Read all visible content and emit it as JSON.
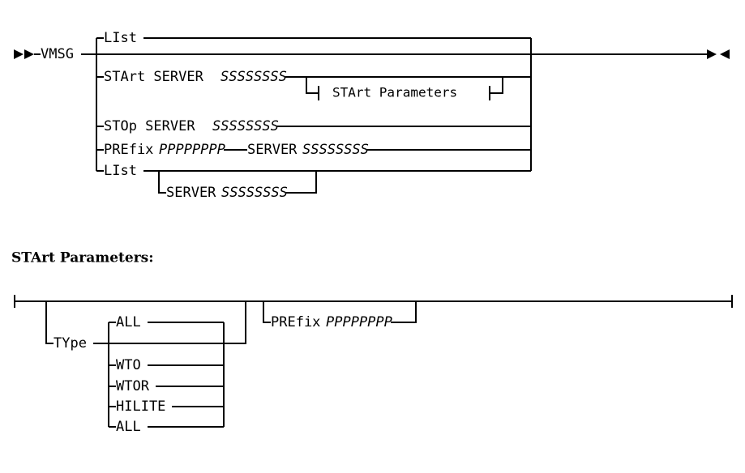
{
  "diagram": {
    "type": "railroad-syntax-diagram",
    "start_marker": "►►",
    "end_marker": "►◄",
    "command": "VMSG",
    "alternatives": [
      {
        "id": "list-top",
        "tokens": [
          {
            "text": "LIst",
            "style": "keyword"
          }
        ]
      },
      {
        "id": "start-server",
        "tokens": [
          {
            "text": "STArt SERVER ",
            "style": "keyword"
          },
          {
            "text": "SSSSSSSS",
            "style": "variable"
          }
        ],
        "fragment_ref": "STArt Parameters"
      },
      {
        "id": "stop-server",
        "tokens": [
          {
            "text": "STOp SERVER ",
            "style": "keyword"
          },
          {
            "text": "SSSSSSSS",
            "style": "variable"
          }
        ]
      },
      {
        "id": "prefix-server",
        "tokens": [
          {
            "text": "PREfix ",
            "style": "keyword"
          },
          {
            "text": "PPPPPPPP",
            "style": "variable"
          },
          {
            "text": "SERVER ",
            "style": "keyword"
          },
          {
            "text": "SSSSSSSS",
            "style": "variable"
          }
        ]
      },
      {
        "id": "list-bottom",
        "tokens": [
          {
            "text": "LIst",
            "style": "keyword"
          }
        ],
        "optional_sub": [
          {
            "text": "SERVER ",
            "style": "keyword"
          },
          {
            "text": "SSSSSSSS",
            "style": "variable"
          }
        ]
      }
    ]
  },
  "labels": {
    "start_marker": "►►",
    "end_marker": "►◄",
    "command": "VMSG",
    "list_top": "LIst",
    "start_server_kw": "STArt SERVER ",
    "start_server_var": "SSSSSSSS",
    "fragment_ref": "STArt Parameters",
    "stop_server_kw": "STOp SERVER ",
    "stop_server_var": "SSSSSSSS",
    "prefix_kw": "PREfix ",
    "prefix_var": "PPPPPPPP",
    "prefix_server_kw": "SERVER ",
    "prefix_server_var": "SSSSSSSS",
    "list_bottom": "LIst",
    "list_server_kw": "SERVER ",
    "list_server_var": "SSSSSSSS"
  },
  "fragment": {
    "title": "STArt Parameters:",
    "start_marker": "│─",
    "end_marker": "─│",
    "type_keyword": "TYpe",
    "type_default": "ALL",
    "type_options": [
      "WTO",
      "WTOR",
      "HILITE",
      "ALL"
    ],
    "prefix_kw": "PREfix ",
    "prefix_var": "PPPPPPPP"
  },
  "colors": {
    "line": "#000000",
    "text": "#000000",
    "background": "#ffffff"
  }
}
